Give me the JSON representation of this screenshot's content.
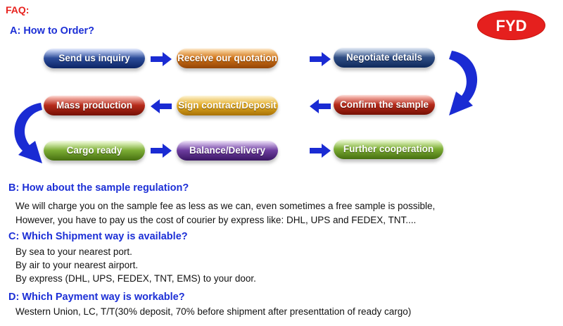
{
  "faq_label": "FAQ:",
  "logo_text": "FYD",
  "colors": {
    "faq_red": "#e8231f",
    "question_blue": "#1c2fd6",
    "arrow_blue": "#1a2bd3",
    "logo_red": "#e5201e"
  },
  "section_a": {
    "heading": "A: How to Order?",
    "steps": [
      "Send us inquiry",
      "Receive our quotation",
      "Negotiate details",
      "Confirm the sample",
      "Sign contract/Deposit",
      "Mass production",
      "Cargo ready",
      "Balance/Delivery",
      "Further cooperation"
    ]
  },
  "section_b": {
    "heading": "B: How about the sample regulation?",
    "lines": [
      "We will charge you on the sample fee as less as we can, even sometimes a free sample is possible,",
      "However, you have to pay us the cost of courier by express like: DHL, UPS and FEDEX, TNT...."
    ]
  },
  "section_c": {
    "heading": "C: Which Shipment way is available?",
    "lines": [
      "By sea to your nearest port.",
      "By air to your nearest airport.",
      "By express (DHL, UPS, FEDEX, TNT, EMS) to your door."
    ]
  },
  "section_d": {
    "heading": "D: Which Payment way is workable?",
    "lines": [
      "Western Union, LC, T/T(30% deposit, 70% before shipment after presenttation of ready cargo)"
    ]
  }
}
